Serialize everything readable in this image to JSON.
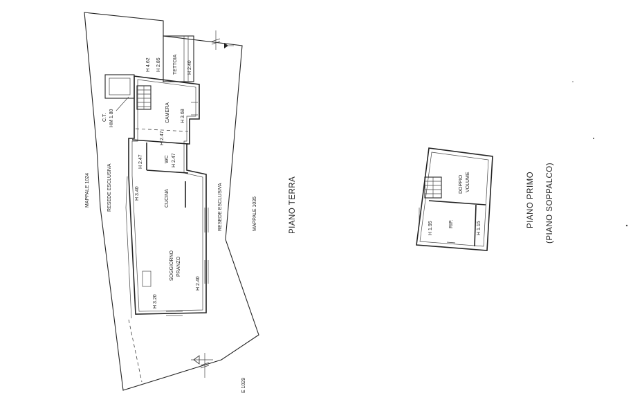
{
  "ground_floor": {
    "title": "PIANO TERRA",
    "labels": {
      "mappale_left": "MAPPALE 1024",
      "mappale_right": "MAPPALE 1035",
      "mappale_bottom": "E 1029",
      "resede_left": "RESEDE ESCLUSIVA",
      "resede_right": "RESEDE ESCLUSIVA",
      "ct": "C.T.",
      "ct_height": "HM 1.80",
      "teittoia": "TETTOIA",
      "camera": "CAMERA",
      "wc": "WC",
      "cucina": "CUCINA",
      "soggiorno": "SOGGIORNO",
      "pranzo": "PRANZO"
    },
    "heights": {
      "h462": "H 4.62",
      "h285": "H 2.85",
      "h240_top": "H 2.40",
      "h368": "H 3.68",
      "h247a": "H 2.47",
      "h247b": "H 2.47",
      "h247c": "H 2.47",
      "h340": "H 3.40",
      "h240_bottom": "H 2.40",
      "h320": "H 3.20"
    }
  },
  "first_floor": {
    "title": "PIANO PRIMO",
    "subtitle": "(PIANO SOPPALCO)",
    "labels": {
      "doppio": "DOPPIO",
      "volume": "VOLUME",
      "rip": "RIP.",
      "h195": "H 1.95",
      "h115": "H 1.15"
    }
  }
}
